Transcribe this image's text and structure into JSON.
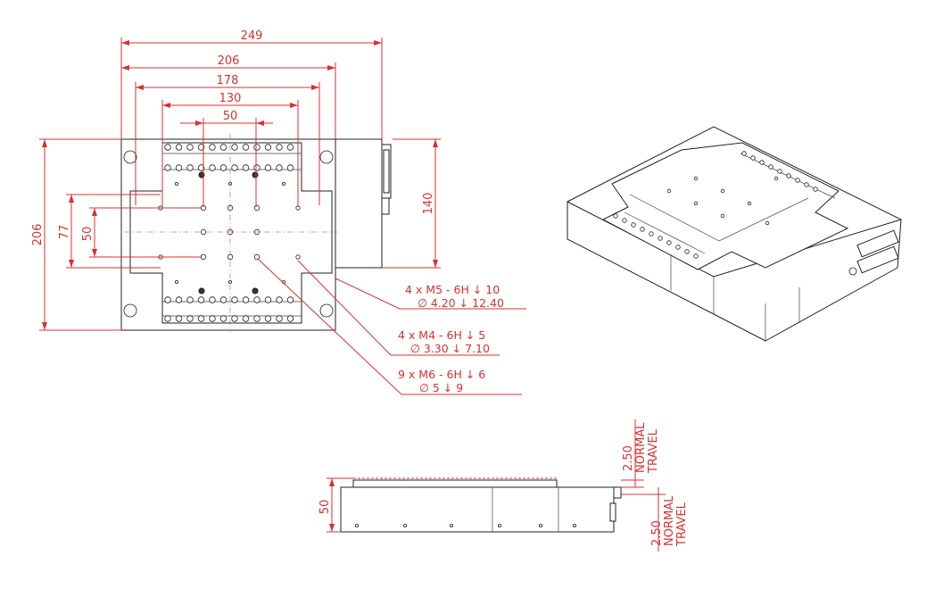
{
  "top_view": {
    "dims": {
      "width_overall": "249",
      "width_base": "206",
      "width_holes_outer": "178",
      "width_holes_mid": "130",
      "width_holes_inner": "50",
      "height_base": "206",
      "height_holes_outer": "77",
      "height_holes_inner": "50",
      "height_housing": "140"
    },
    "notes": [
      {
        "line1": "4 x  M5 - 6H ↓ 10",
        "line2": "∅ 4.20 ↓ 12.40"
      },
      {
        "line1": "4 x  M4 - 6H ↓ 5",
        "line2": "∅ 3.30 ↓ 7.10"
      },
      {
        "line1": "9 x  M6 - 6H ↓ 6",
        "line2": "∅ 5 ↓ 9"
      }
    ]
  },
  "side_view": {
    "dims": {
      "height": "50",
      "travel_up_value": "2.50",
      "travel_up_label1": "NORMAL",
      "travel_up_label2": "TRAVEL",
      "travel_down_value": "2.50",
      "travel_down_label1": "NORMAL",
      "travel_down_label2": "TRAVEL"
    }
  },
  "colors": {
    "dimension": "#d9302c",
    "outline": "#222222"
  }
}
